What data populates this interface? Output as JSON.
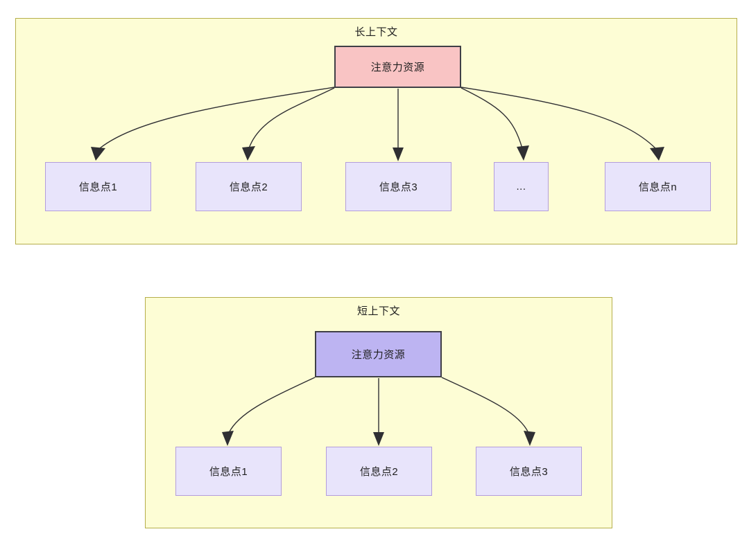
{
  "diagram": {
    "title_long": "长上下文",
    "title_short": "短上下文",
    "colors": {
      "container_fill": "#fdfdd5",
      "container_border": "#b5ae4a",
      "attention_long_fill": "#f9c4c4",
      "attention_short_fill": "#bdb4f2",
      "attention_border": "#3f3f46",
      "info_fill": "#e8e4fb",
      "info_border": "#b39ddb",
      "edge_stroke": "#2f2f33"
    }
  },
  "panels": [
    {
      "name": "long-context",
      "title": "长上下文",
      "root": {
        "label": "注意力资源"
      },
      "children": [
        {
          "label": "信息点1"
        },
        {
          "label": "信息点2"
        },
        {
          "label": "信息点3"
        },
        {
          "label": "..."
        },
        {
          "label": "信息点n"
        }
      ]
    },
    {
      "name": "short-context",
      "title": "短上下文",
      "root": {
        "label": "注意力资源"
      },
      "children": [
        {
          "label": "信息点1"
        },
        {
          "label": "信息点2"
        },
        {
          "label": "信息点3"
        }
      ]
    }
  ]
}
